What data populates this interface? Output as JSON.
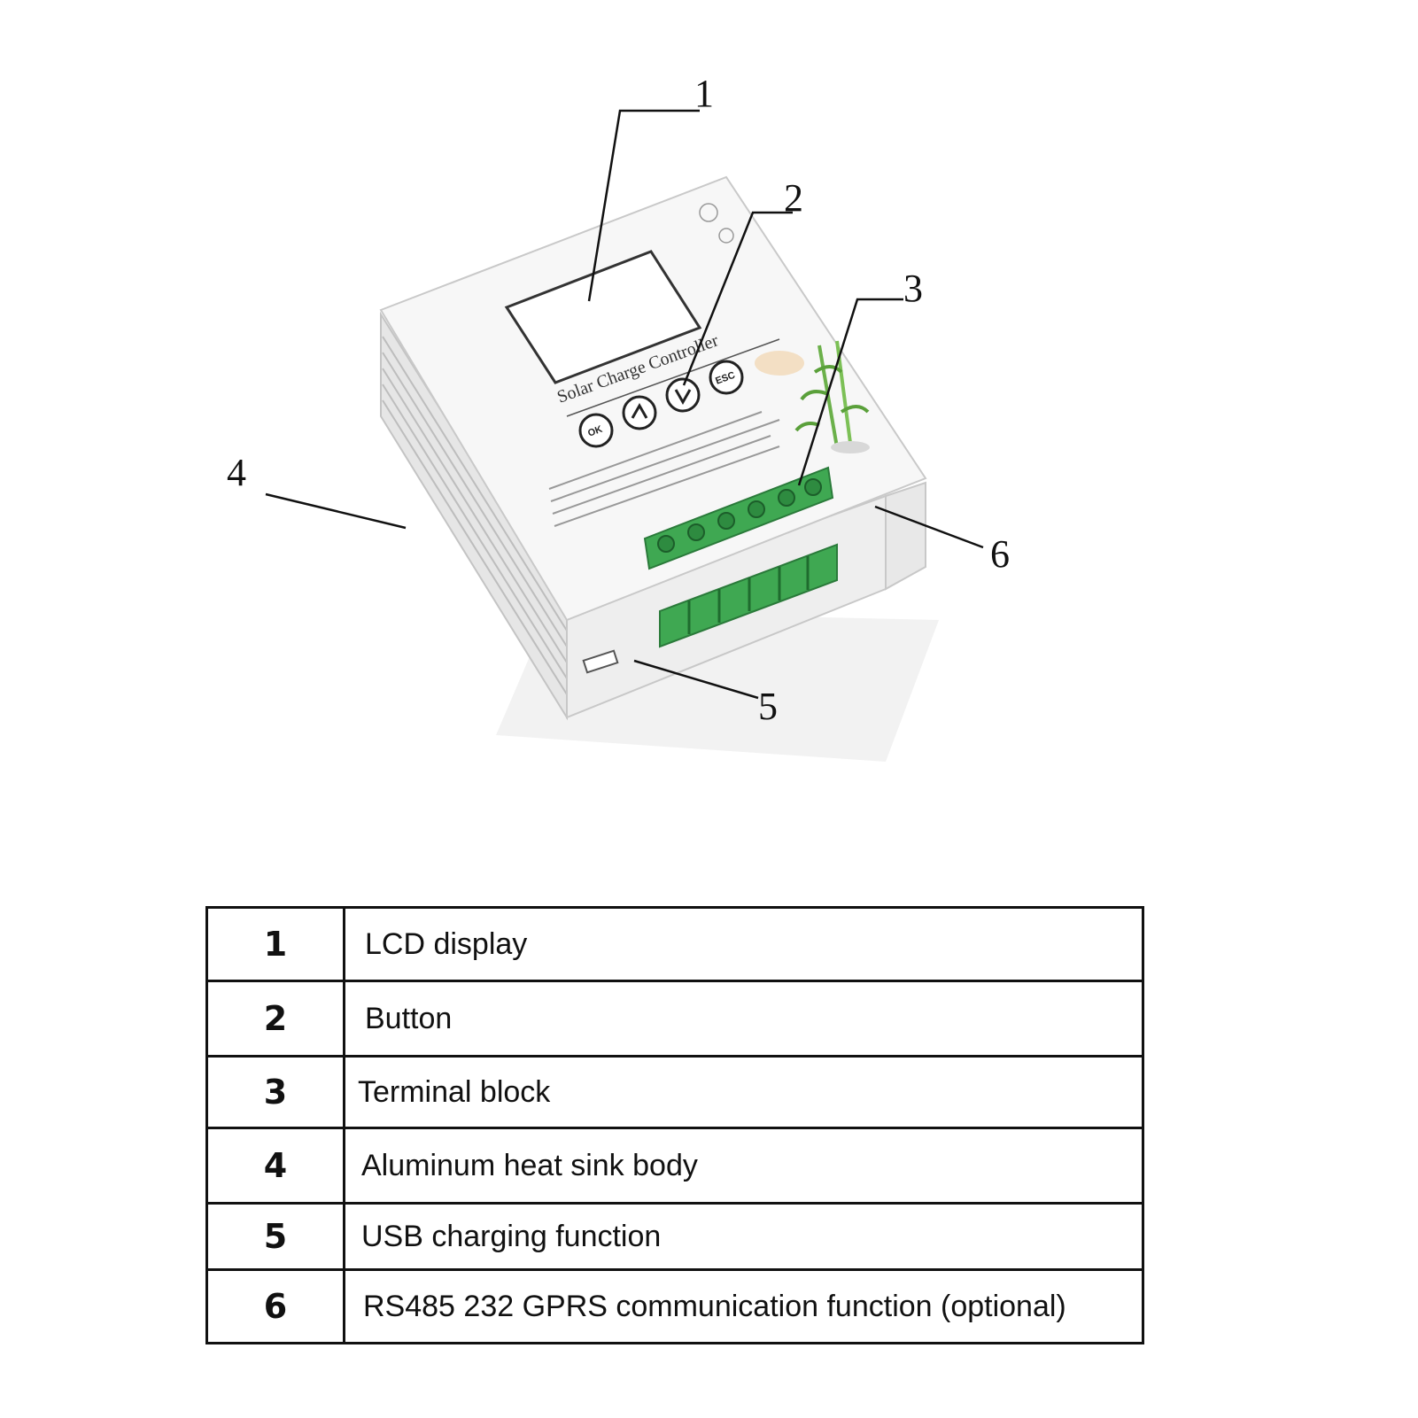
{
  "device": {
    "panel_title": "Solar Charge Controller",
    "buttons": [
      "OK",
      "ESC"
    ]
  },
  "callouts": [
    "1",
    "2",
    "3",
    "4",
    "5",
    "6"
  ],
  "legend": [
    {
      "num": "1",
      "label": "LCD display"
    },
    {
      "num": "2",
      "label": "Button"
    },
    {
      "num": "3",
      "label": "Terminal block"
    },
    {
      "num": "4",
      "label": "Aluminum heat sink body"
    },
    {
      "num": "5",
      "label": "USB charging function"
    },
    {
      "num": "6",
      "label": "RS485 232 GPRS communication function (optional)"
    }
  ]
}
